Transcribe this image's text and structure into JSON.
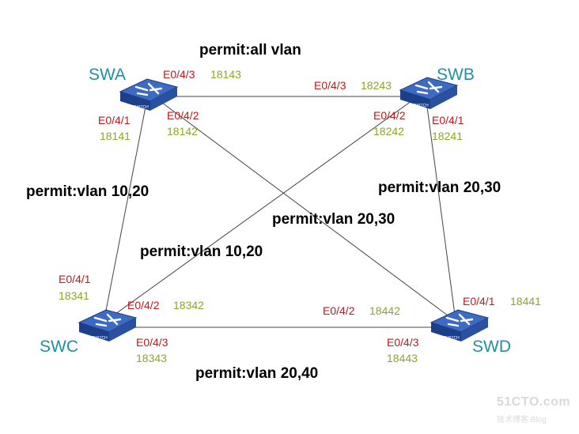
{
  "switches": {
    "swa": {
      "name": "SWA"
    },
    "swb": {
      "name": "SWB"
    },
    "swc": {
      "name": "SWC"
    },
    "swd": {
      "name": "SWD"
    },
    "device_text": "SWITCH"
  },
  "ports": {
    "swa_e043": {
      "port": "E0/4/3",
      "num": "18143"
    },
    "swa_e042": {
      "port": "E0/4/2",
      "num": "18142"
    },
    "swa_e041": {
      "port": "E0/4/1",
      "num": "18141"
    },
    "swb_e043": {
      "port": "E0/4/3",
      "num": "18243"
    },
    "swb_e042": {
      "port": "E0/4/2",
      "num": "18242"
    },
    "swb_e041": {
      "port": "E0/4/1",
      "num": "18241"
    },
    "swc_e041": {
      "port": "E0/4/1",
      "num": "18341"
    },
    "swc_e042": {
      "port": "E0/4/2",
      "num": "18342"
    },
    "swc_e043": {
      "port": "E0/4/3",
      "num": "18343"
    },
    "swd_e042": {
      "port": "E0/4/2",
      "num": "18442"
    },
    "swd_e041": {
      "port": "E0/4/1",
      "num": "18441"
    },
    "swd_e043": {
      "port": "E0/4/3",
      "num": "18443"
    }
  },
  "links": {
    "ab": "permit:all vlan",
    "ac": "permit:vlan 10,20",
    "bd": "permit:vlan 20,30",
    "ad": "permit:vlan 20,30",
    "bc": "permit:vlan 10,20",
    "cd": "permit:vlan 20,40"
  },
  "watermark": {
    "main": "51CTO.com",
    "sub": "技术博客 Blog"
  },
  "colors": {
    "switch_name": "#1f8fa6",
    "port_label": "#c0181b",
    "port_number": "#8aa72a",
    "switch_top": "#3d6bc4",
    "switch_side": "#1c3f8a",
    "link_line": "#444444"
  }
}
